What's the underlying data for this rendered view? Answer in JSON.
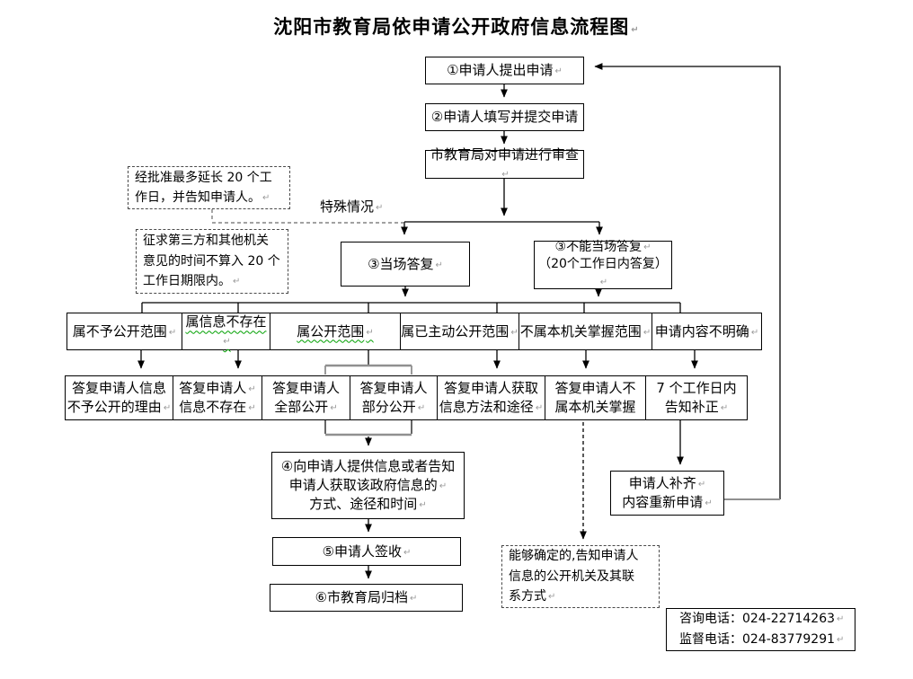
{
  "title": "沈阳市教育局依申请公开政府信息流程图↵",
  "flow": {
    "step1": "①申请人提出申请↵",
    "step2": "②申请人填写并提交申请",
    "step3": "市教育局对申请进行审查↵",
    "reply_onsite": "③当场答复↵",
    "reply_not_onsite": "③不能当场答复↵\n（20个工作日内答复）↵",
    "step4": "④向申请人提供信息或者告知\n申请人获取该政府信息的↵\n方式、途径和时间↵",
    "step5": "⑤申请人签收↵",
    "step6": "⑥市教育局归档↵",
    "resubmit": "申请人补齐↵\n内容重新申请↵"
  },
  "notes": {
    "special_case": "特殊情况↵",
    "extension": "经批准最多延长 20 个工\n作日，并告知申请人。↵",
    "third_party": "征求第三方和其他机关\n意见的时间不算入 20 个\n工作日期限内。↵",
    "confirmable": "能够确定的,告知申请人\n信息的公开机关及其联\n系方式↵"
  },
  "categories": [
    "属不予公开范围↵",
    "属信息不存在↵",
    "属公开范围↵",
    "属已主动公开范围↵",
    "不属本机关掌握范围↵",
    "申请内容不明确↵"
  ],
  "responses": [
    "答复申请人信息\n不予公开的理由↵",
    "答复申请人↵\n信息不存在↵",
    "答复申请人\n全部公开↵",
    "答复申请人\n部分公开↵",
    "答复申请人获取\n信息方法和途径↵",
    "答复申请人不\n属本机关掌握",
    "7 个工作日内\n告知补正↵"
  ],
  "contact": "咨询电话：024-22714263↵\n监督电话：024-83779291↵",
  "colors": {
    "line": "#000000",
    "bracket": "#909090",
    "spellcheck": "#00a000",
    "paragraph_mark": "#9a9a9a"
  }
}
